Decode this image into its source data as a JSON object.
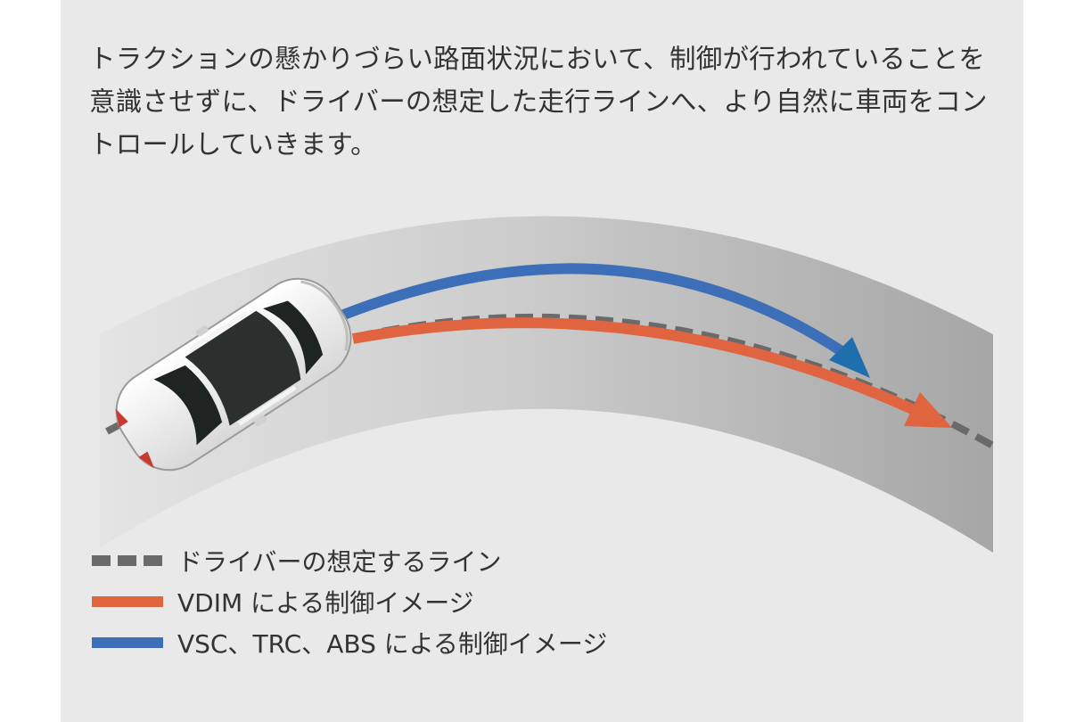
{
  "description": "トラクションの懸かりづらい路面状況において、制御が行われていることを意識させずに、ドライバーの想定した走行ラインへ、より自然に車両をコントロールしていきます。",
  "legend": [
    {
      "label": "ドライバーの想定するライン",
      "color": "#6a6a6a",
      "style": "dashed"
    },
    {
      "label": "VDIM による制御イメージ",
      "color": "#e06440",
      "style": "solid"
    },
    {
      "label": "VSC、TRC、ABS による制御イメージ",
      "color": "#3d6fb8",
      "style": "solid"
    }
  ],
  "colors": {
    "background": "#e9e9e9",
    "road_light": "#e2e2e2",
    "road_dark": "#a7a7a7",
    "driver_line": "#6a6a6a",
    "vdim_line": "#e06440",
    "vsc_line": "#3d6fb8",
    "text": "#333333"
  },
  "icons": {
    "car": "white-sedan-top-view-icon"
  }
}
